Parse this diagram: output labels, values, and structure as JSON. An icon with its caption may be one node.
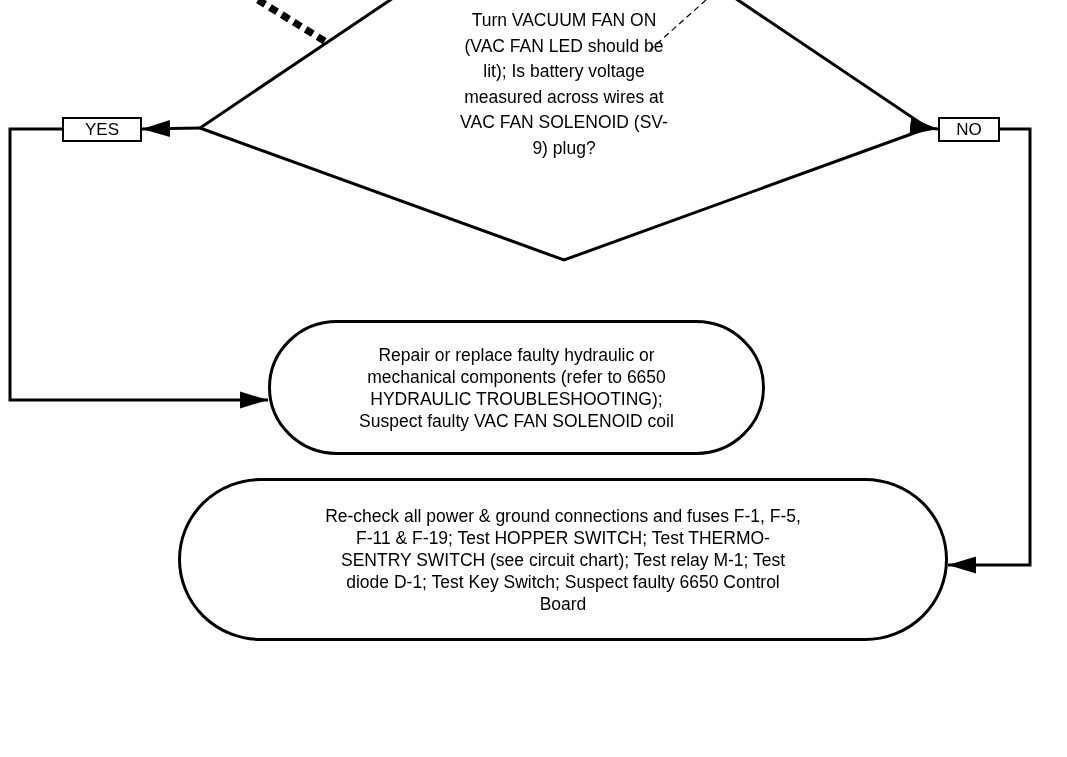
{
  "diagram": {
    "nodes": [
      {
        "text": [
          "Turn VACUUM FAN ON (VAC FAN LED should be lit); Is battery voltage measured across wires at VAC FAN SOLENOID (SV-9) plug?"
        ]
      },
      {
        "text": [
          "YES"
        ]
      },
      {
        "text": [
          "NO"
        ]
      },
      {
        "text": [
          "Repair or replace faulty hydraulic or mechanical components (refer to 6650 HYDRAULIC TROUBLESHOOTING); Suspect faulty VAC FAN SOLENOID coil"
        ]
      },
      {
        "text": [
          "Re-check all power & ground connections and fuses F-1, F-5, F-11 & F-19; Test HOPPER SWITCH; Test THERMO-SENTRY SWITCH (see circuit chart); Test relay M-1; Test diode D-1; Test Key Switch; Suspect faulty 6650 Control Board"
        ]
      }
    ],
    "edges": [
      {
        "from": null,
        "to": 0,
        "arrow": "none",
        "style": "dashed"
      },
      {
        "from": null,
        "to": 0,
        "arrow": "none",
        "style": "dashed"
      },
      {
        "from": 0,
        "to": 1,
        "arrow": "to"
      },
      {
        "from": 0,
        "to": 2,
        "arrow": "to"
      },
      {
        "from": 1,
        "to": 3,
        "arrow": "to"
      },
      {
        "from": 2,
        "to": 4,
        "arrow": "to"
      }
    ]
  }
}
